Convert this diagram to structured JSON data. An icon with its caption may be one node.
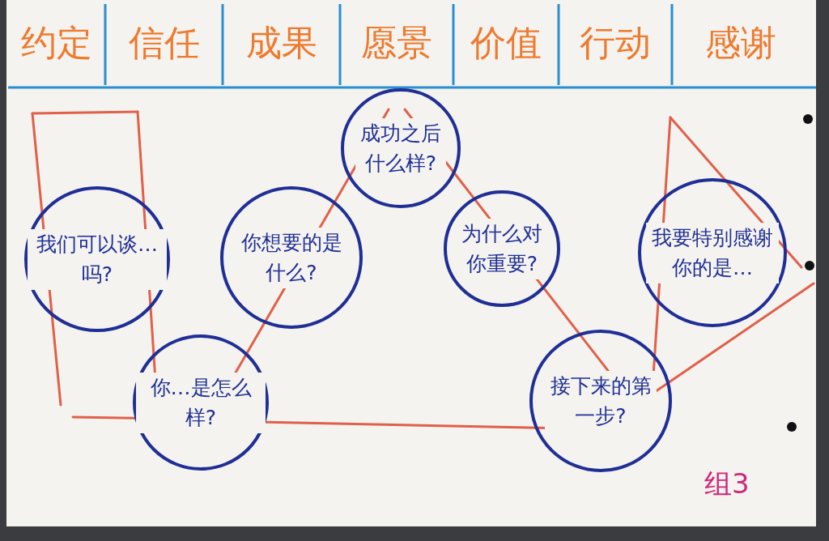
{
  "diagram": {
    "nodes": [
      {
        "text": [
          "我们可以谈…吗?"
        ]
      },
      {
        "text": [
          "你…是怎么样?"
        ]
      },
      {
        "text": [
          "你想要的是什么?"
        ]
      },
      {
        "text": [
          "成功之后什么样?"
        ]
      },
      {
        "text": [
          "为什么对你重要?"
        ]
      },
      {
        "text": [
          "接下来的第一步?"
        ]
      },
      {
        "text": [
          "我要特别感谢你的是…"
        ]
      }
    ],
    "labels": [
      "约定",
      "信任",
      "成果",
      "愿景",
      "价值",
      "行动",
      "感谢",
      "组3"
    ]
  }
}
